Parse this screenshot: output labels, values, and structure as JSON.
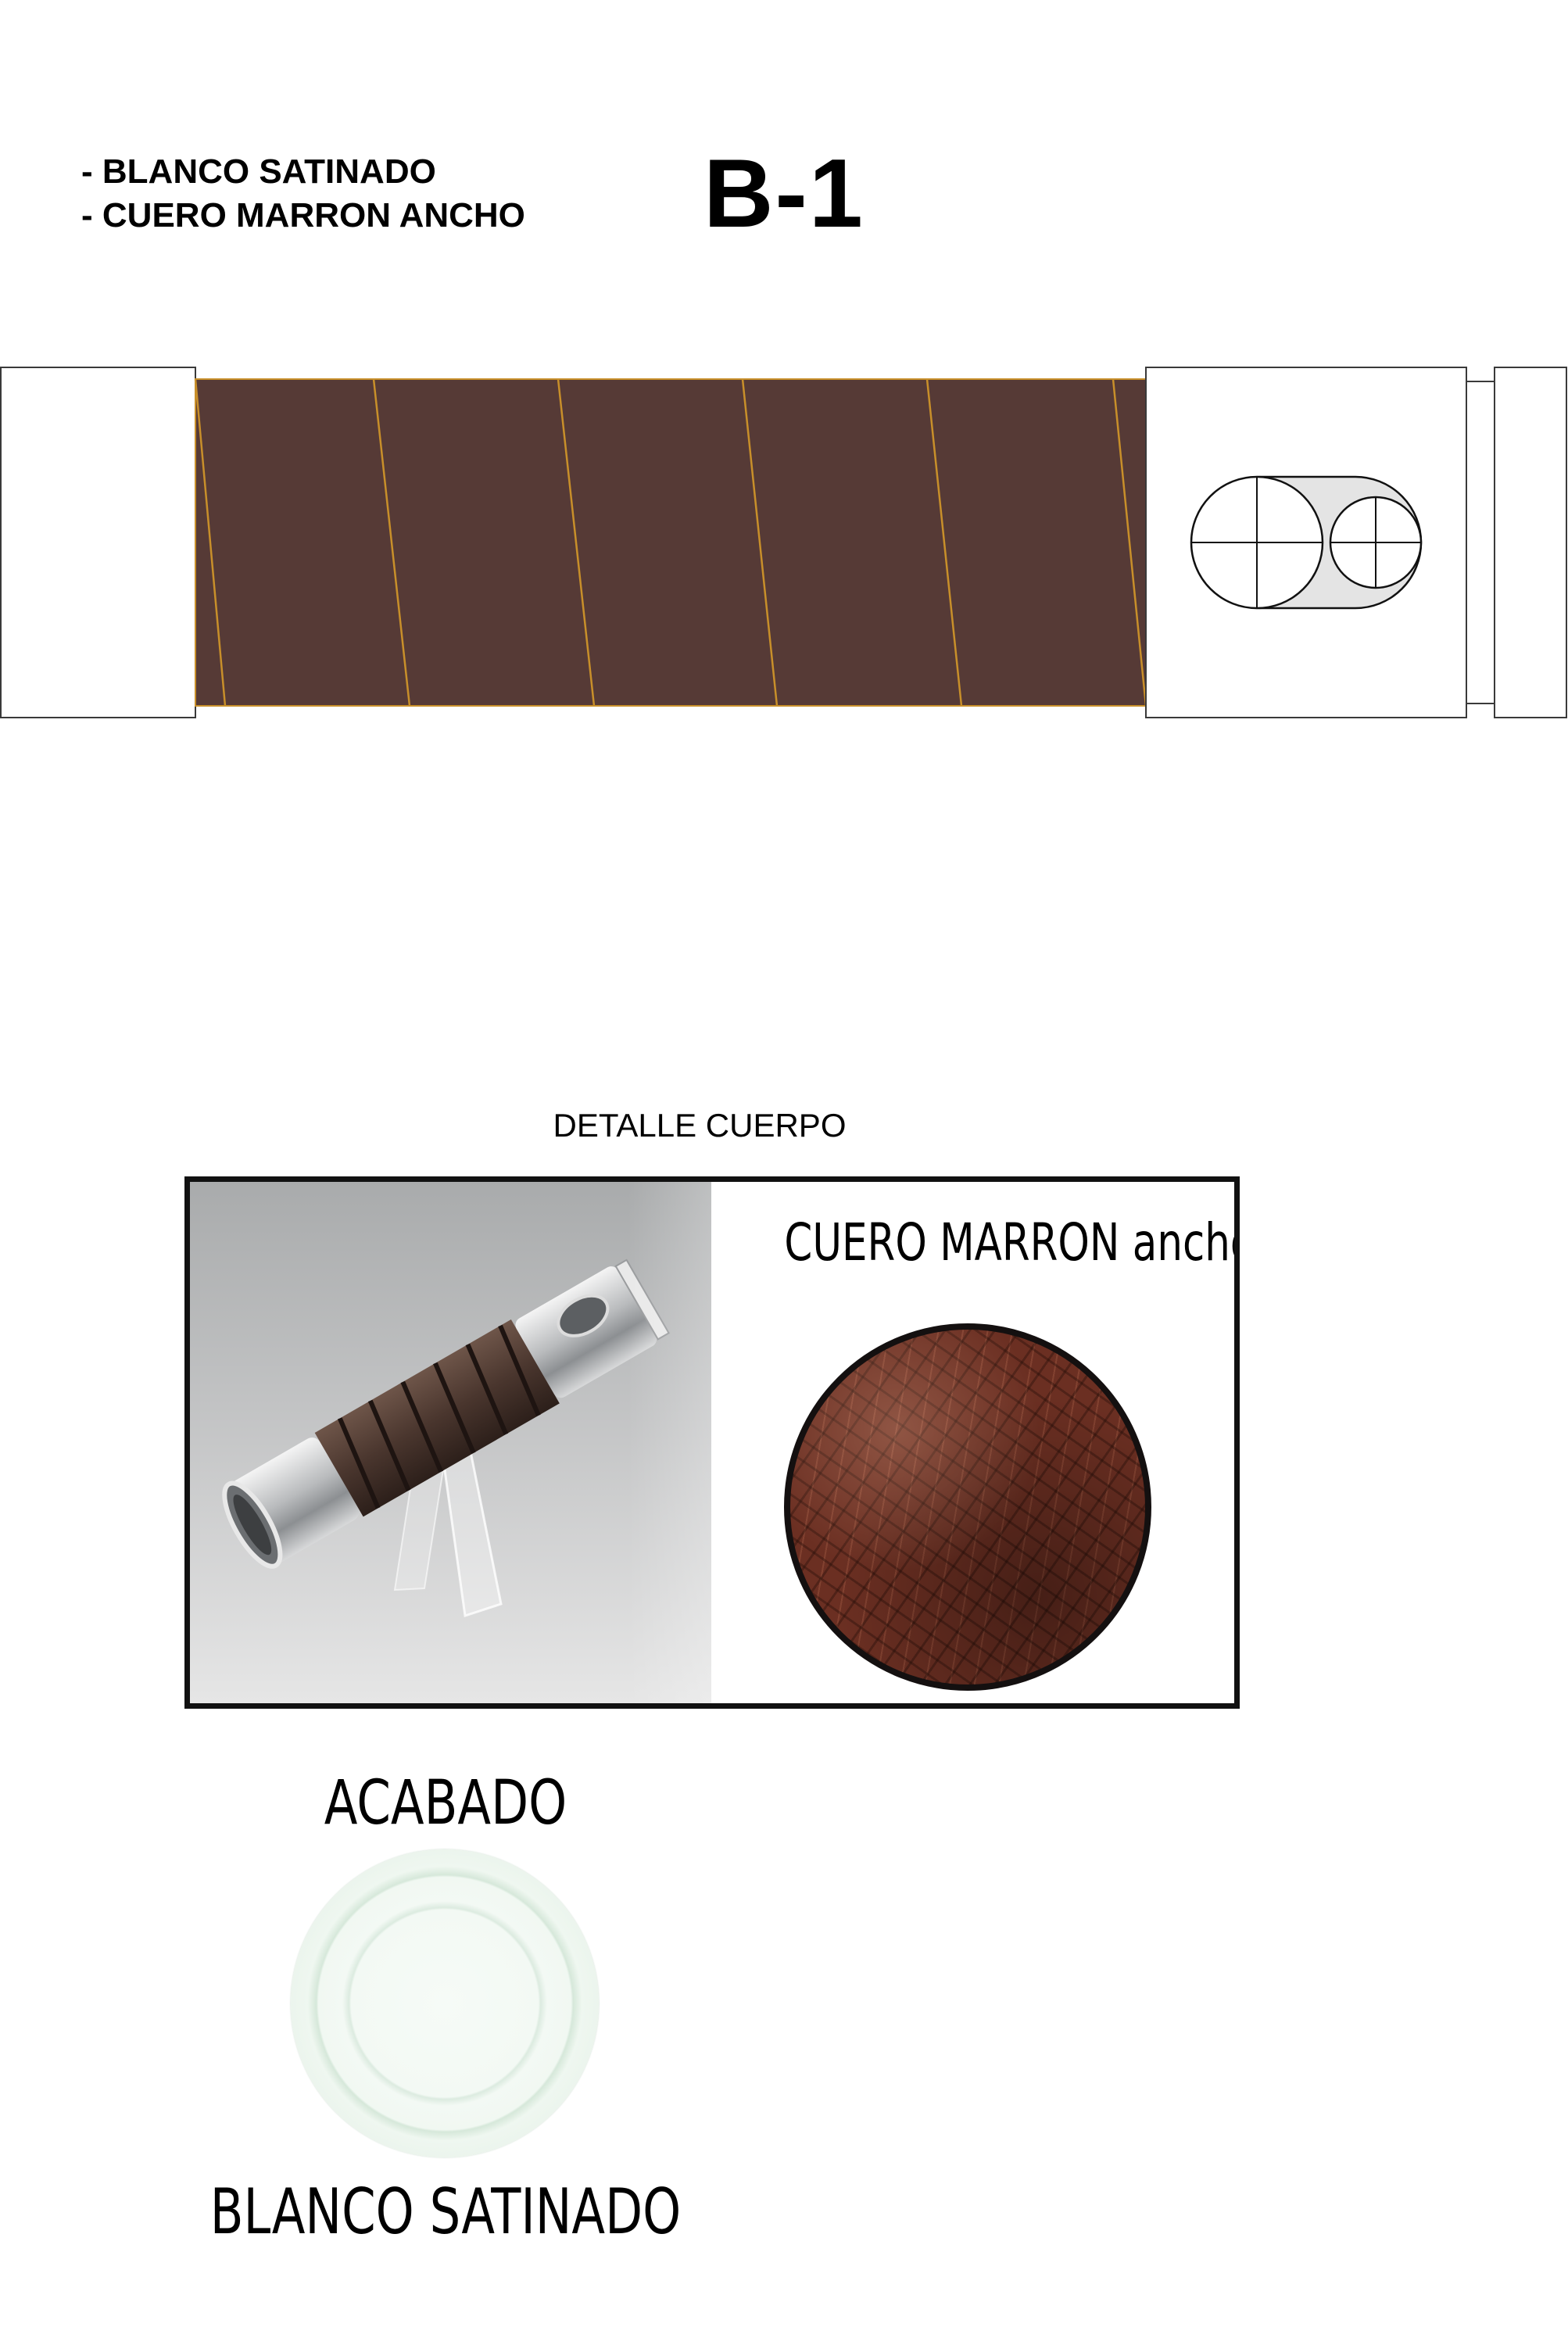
{
  "header": {
    "specs": [
      "BLANCO SATINADO",
      "CUERO MARRON ANCHO"
    ],
    "code": "B-1"
  },
  "colors": {
    "leather_wrap": "#563a36",
    "wrap_seam": "#c88f2a",
    "outline": "#3a3a3a",
    "cap_fill": "#ffffff",
    "port_fill": "#e4e4e4"
  },
  "detail": {
    "caption": "DETALLE CUERPO",
    "leather_title": "CUERO MARRON ancho"
  },
  "finish": {
    "title": "ACABADO",
    "name": "BLANCO SATINADO"
  }
}
